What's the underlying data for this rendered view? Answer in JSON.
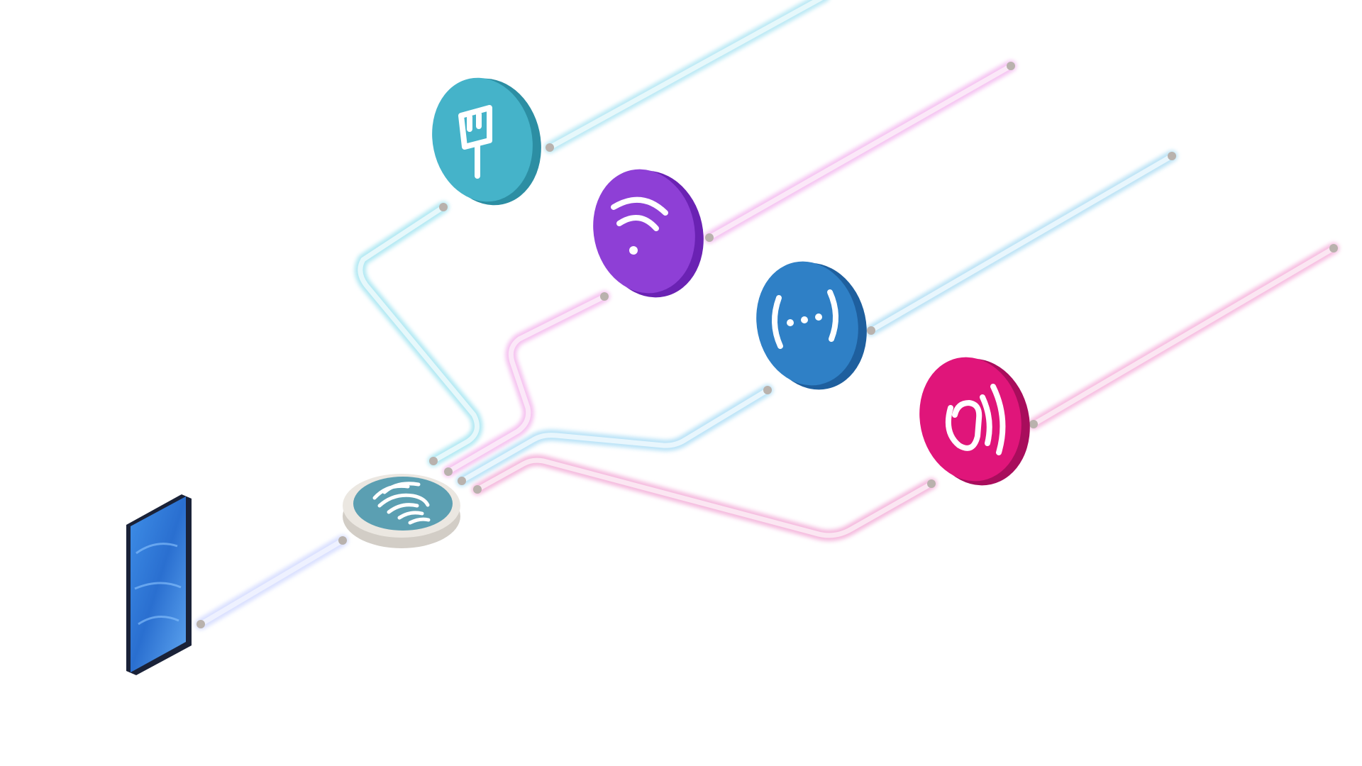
{
  "diagram": {
    "nodes": [
      {
        "id": "smartphone",
        "icon": "smartphone-icon",
        "color": "#2f6fd0"
      },
      {
        "id": "hub",
        "icon": "fingerprint-icon",
        "color": "#5b9fb2"
      },
      {
        "id": "ethernet",
        "icon": "ethernet-plug-icon",
        "color": "#45b3c9"
      },
      {
        "id": "wifi",
        "icon": "wifi-icon",
        "color": "#8e3fd6"
      },
      {
        "id": "cellular",
        "icon": "signal-dots-icon",
        "color": "#2f80c6"
      },
      {
        "id": "nfc",
        "icon": "nfc-icon",
        "color": "#e0157a"
      }
    ],
    "connections": [
      {
        "from": "smartphone",
        "to": "hub",
        "color": "#cfd7ff"
      },
      {
        "from": "hub",
        "to": "ethernet",
        "color": "#9fe3f0"
      },
      {
        "from": "hub",
        "to": "wifi",
        "color": "#f3b3ec"
      },
      {
        "from": "hub",
        "to": "cellular",
        "color": "#a9dcf5"
      },
      {
        "from": "hub",
        "to": "nfc",
        "color": "#f2a9d6"
      },
      {
        "from": "ethernet",
        "to": "offscreen",
        "color": "#a9e3f2"
      },
      {
        "from": "wifi",
        "to": "offscreen",
        "color": "#f2b4ee"
      },
      {
        "from": "cellular",
        "to": "offscreen",
        "color": "#aadbf3"
      },
      {
        "from": "nfc",
        "to": "offscreen",
        "color": "#f4acd9"
      }
    ]
  }
}
